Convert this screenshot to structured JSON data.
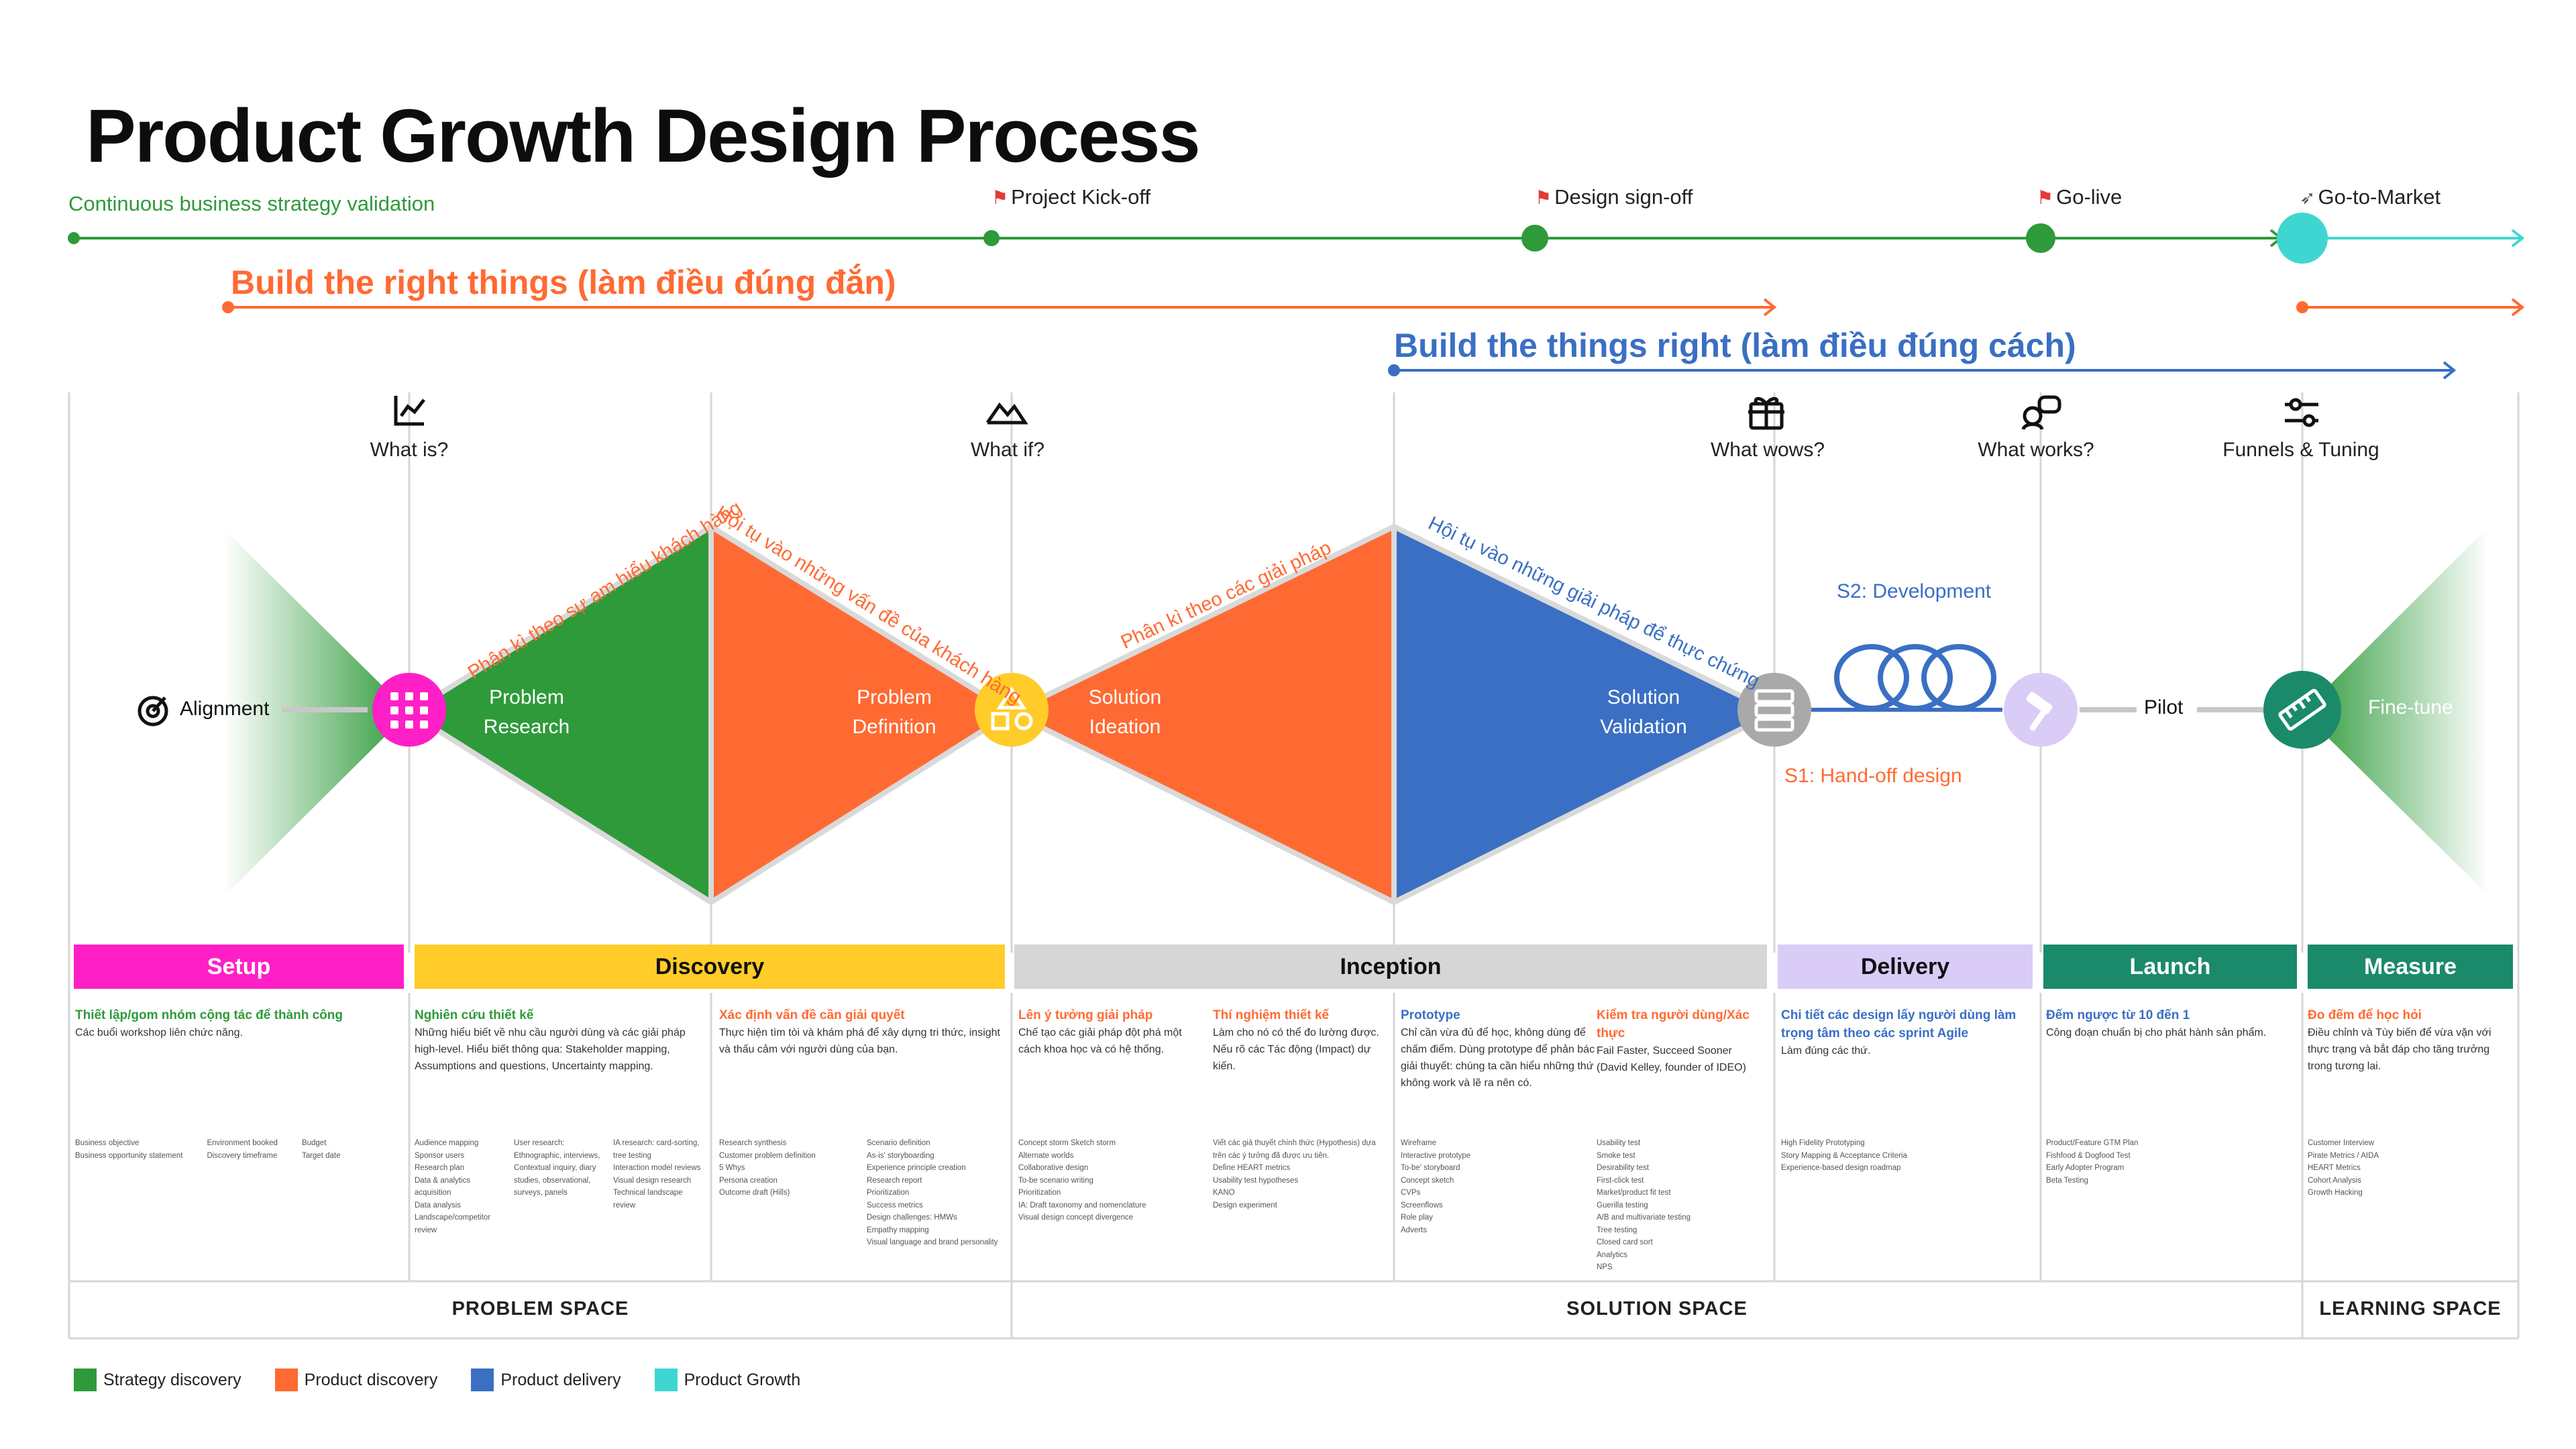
{
  "title": "Product Growth Design Process",
  "timeline": {
    "left_label": "Continuous business strategy validation",
    "milestones": [
      {
        "icon": "flag-icon",
        "label": "Project Kick-off"
      },
      {
        "icon": "flag-icon",
        "label": "Design sign-off"
      },
      {
        "icon": "flag-icon",
        "label": "Go-live"
      },
      {
        "icon": "rocket-icon",
        "label": "Go-to-Market"
      }
    ]
  },
  "arrows": {
    "build_right_things": "Build the right things (làm điều đúng đắn)",
    "build_things_right": "Build the things right (làm điều đúng cách)"
  },
  "questions": [
    {
      "icon": "line-chart-icon",
      "label": "What is?"
    },
    {
      "icon": "mountain-icon",
      "label": "What if?"
    },
    {
      "icon": "gift-icon",
      "label": "What wows?"
    },
    {
      "icon": "chat-icon",
      "label": "What works?"
    },
    {
      "icon": "sliders-icon",
      "label": "Funnels & Tuning"
    }
  ],
  "diagram": {
    "alignment": "Alignment",
    "problem_research": [
      "Problem",
      "Research"
    ],
    "problem_definition": [
      "Problem",
      "Definition"
    ],
    "solution_ideation": [
      "Solution",
      "Ideation"
    ],
    "solution_validation": [
      "Solution",
      "Validation"
    ],
    "diag_1": "Phân kì theo sự am hiểu khách hàng",
    "diag_2": "Hội tụ vào những vấn đề của khách hàng",
    "diag_3": "Phân kì theo các giải pháp",
    "diag_4": "Hội tụ vào những giải pháp để thực chứng",
    "s2": "S2: Development",
    "s1": "S1: Hand-off design",
    "pilot": "Pilot",
    "fine_tune": "Fine-tune"
  },
  "phases": [
    {
      "label": "Setup",
      "color": "#ff1fc6",
      "text_color": "#ffffff"
    },
    {
      "label": "Discovery",
      "color": "#ffcc29",
      "text_color": "#111111"
    },
    {
      "label": "Inception",
      "color": "#d6d6d6",
      "text_color": "#111111"
    },
    {
      "label": "Delivery",
      "color": "#d9ccf7",
      "text_color": "#111111"
    },
    {
      "label": "Launch",
      "color": "#1a8a6a",
      "text_color": "#ffffff"
    },
    {
      "label": "Measure",
      "color": "#1a8a6a",
      "text_color": "#ffffff"
    }
  ],
  "columns": [
    {
      "head": "Thiết lập/gom nhóm cộng tác để thành công",
      "head_color": "#2e9a3a",
      "text": "Các buổi workshop liên chức năng.",
      "mini": [
        "Business objective\nBusiness opportunity statement",
        "Environment booked\nDiscovery timeframe",
        "Budget\nTarget date"
      ]
    },
    {
      "head": "Nghiên cứu thiết kế",
      "head_color": "#2e9a3a",
      "text": "Những hiểu biết về nhu cầu người dùng và các giải pháp high-level. Hiểu biết thông qua: Stakeholder mapping, Assumptions and questions, Uncertainty mapping.",
      "mini": [
        "Audience mapping\nSponsor users\nResearch plan\nData & analytics acquisition\nData analysis\nLandscape/competitor review",
        "User research:\nEthnographic, interviews, Contextual inquiry, diary studies, observational, surveys, panels",
        "IA research: card-sorting, tree testing\nInteraction model reviews\nVisual design research\nTechnical landscape review"
      ]
    },
    {
      "head": "Xác định vấn đề cần giải quyết",
      "head_color": "#ff6a33",
      "text": "Thực hiện tìm tòi và khám phá để xây dựng tri thức, insight và thấu cảm với người dùng của bạn.",
      "mini": [
        "Research synthesis\nCustomer problem definition\n5 Whys\nPersona creation\nOutcome draft (Hills)",
        "Scenario definition\nAs-is' storyboarding\nExperience principle creation\nResearch report\nPrioritization\nSuccess metrics\nDesign challenges: HMWs\nEmpathy mapping\nVisual language and brand personality"
      ]
    },
    {
      "head": "Lên ý tưởng giải pháp",
      "head_color": "#ff6a33",
      "text": "Chế tạo các giải pháp đột phá một cách khoa học và có hệ thống.",
      "mini": [
        "Concept storm Sketch storm\nAlternate worlds\nCollaborative design\nTo-be scenario writing\nPrioritization\nIA: Draft taxonomy and nomenclature\nVisual design concept divergence"
      ]
    },
    {
      "head": "Thí nghiệm thiết kế",
      "head_color": "#ff6a33",
      "text": "Làm cho nó có thể đo lường được.\nNếu rõ các Tác động (Impact) dự kiến.",
      "mini": [
        "Viết các giả thuyết chính thức (Hypothesis) dựa trên các ý tưởng đã được ưu tiên.\nDefine HEART metrics\nUsability test hypotheses\nKANO\nDesign experiment"
      ]
    },
    {
      "head": "Prototype",
      "head_color": "#3a6fc4",
      "text": "Chỉ cần vừa đủ để học, không dùng để chấm điểm. Dùng prototype để phản bác giải thuyết: chúng ta cần hiểu những thứ không work và lẽ ra nên có.",
      "mini": [
        "Wireframe\nInteractive prototype\nTo-be' storyboard\nConcept sketch\nCVPs\nScreenflows\nRole play\nAdverts"
      ]
    },
    {
      "head": "Kiểm tra người dùng/Xác thực",
      "head_color": "#ff6a33",
      "text": "Fail Faster, Succeed Sooner\n(David Kelley, founder of IDEO)",
      "mini": [
        "Usability test\nSmoke test\nDesirability test\nFirst-click test\nMarket/product fit test\nGuerilla testing\nA/B and multivariate testing\nTree testing\nClosed card sort\nAnalytics\nNPS"
      ]
    },
    {
      "head": "Chi tiết các design lấy người dùng làm trọng tâm theo các sprint Agile",
      "head_color": "#3a6fc4",
      "text": "Làm đúng các thứ.",
      "mini": [
        "High Fidelity Prototyping\nStory Mapping & Acceptance Criteria\nExperience-based design roadmap"
      ]
    },
    {
      "head": "Đếm ngược từ 10 đến 1",
      "head_color": "#3a6fc4",
      "text": "Công đoạn chuẩn bị cho phát hành sản phẩm.",
      "mini": [
        "Product/Feature GTM Plan\nFishfood & Dogfood Test\nEarly Adopter Program\nBeta Testing"
      ]
    },
    {
      "head": "Đo đếm để học hỏi",
      "head_color": "#ff6a33",
      "text": "Điều chỉnh và Tùy biến để vừa vặn với thực trạng và bắt đáp cho tăng trưởng trong tương lai.",
      "mini": [
        "Customer Interview\nPirate Metrics / AIDA\nHEART Metrics\nCohort Analysis\nGrowth Hacking"
      ]
    }
  ],
  "spaces": [
    "PROBLEM SPACE",
    "SOLUTION SPACE",
    "LEARNING SPACE"
  ],
  "legend": [
    {
      "label": "Strategy discovery",
      "color": "#2e9a3a"
    },
    {
      "label": "Product discovery",
      "color": "#ff6a33"
    },
    {
      "label": "Product delivery",
      "color": "#3a6fc4"
    },
    {
      "label": "Product Growth",
      "color": "#3fd6d2"
    }
  ]
}
